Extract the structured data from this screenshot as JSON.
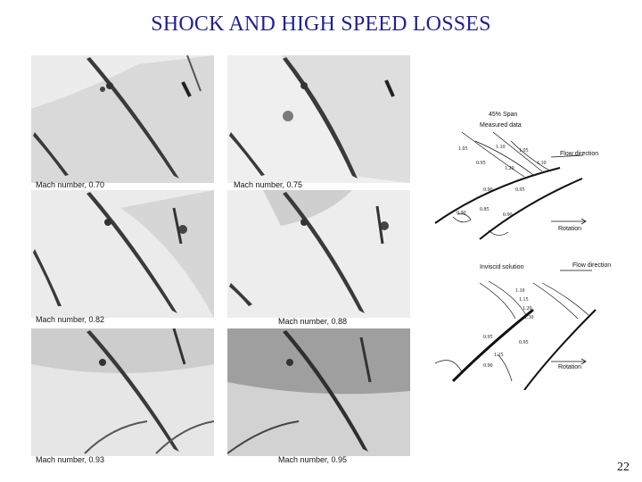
{
  "slide": {
    "title": "SHOCK AND HIGH SPEED LOSSES",
    "page_number": "22"
  },
  "panels": [
    {
      "caption": "Mach number, 0.70"
    },
    {
      "caption": "Mach number, 0.75"
    },
    {
      "caption": "Mach number, 0.82"
    },
    {
      "caption": "Mach number, 0.88"
    },
    {
      "caption": "Mach number, 0.93"
    },
    {
      "caption": "Mach number, 0.95"
    }
  ],
  "measured": {
    "title1": "45% Span",
    "title2": "Measured data",
    "flow": "Flow direction",
    "rotation": "Rotation",
    "labels": [
      "1.05",
      "0.95",
      "1.10",
      "1.05",
      "1.20",
      "1.10",
      "0.90",
      "0.95",
      "0.90",
      "0.85",
      "0.90"
    ]
  },
  "inviscid": {
    "title": "Inviscid solution",
    "flow": "Flow direction",
    "rotation": "Rotation",
    "labels": [
      "1.10",
      "1.15",
      "1.20",
      "1.30",
      "0.95",
      "1.25",
      "0.95",
      "0.90"
    ]
  }
}
